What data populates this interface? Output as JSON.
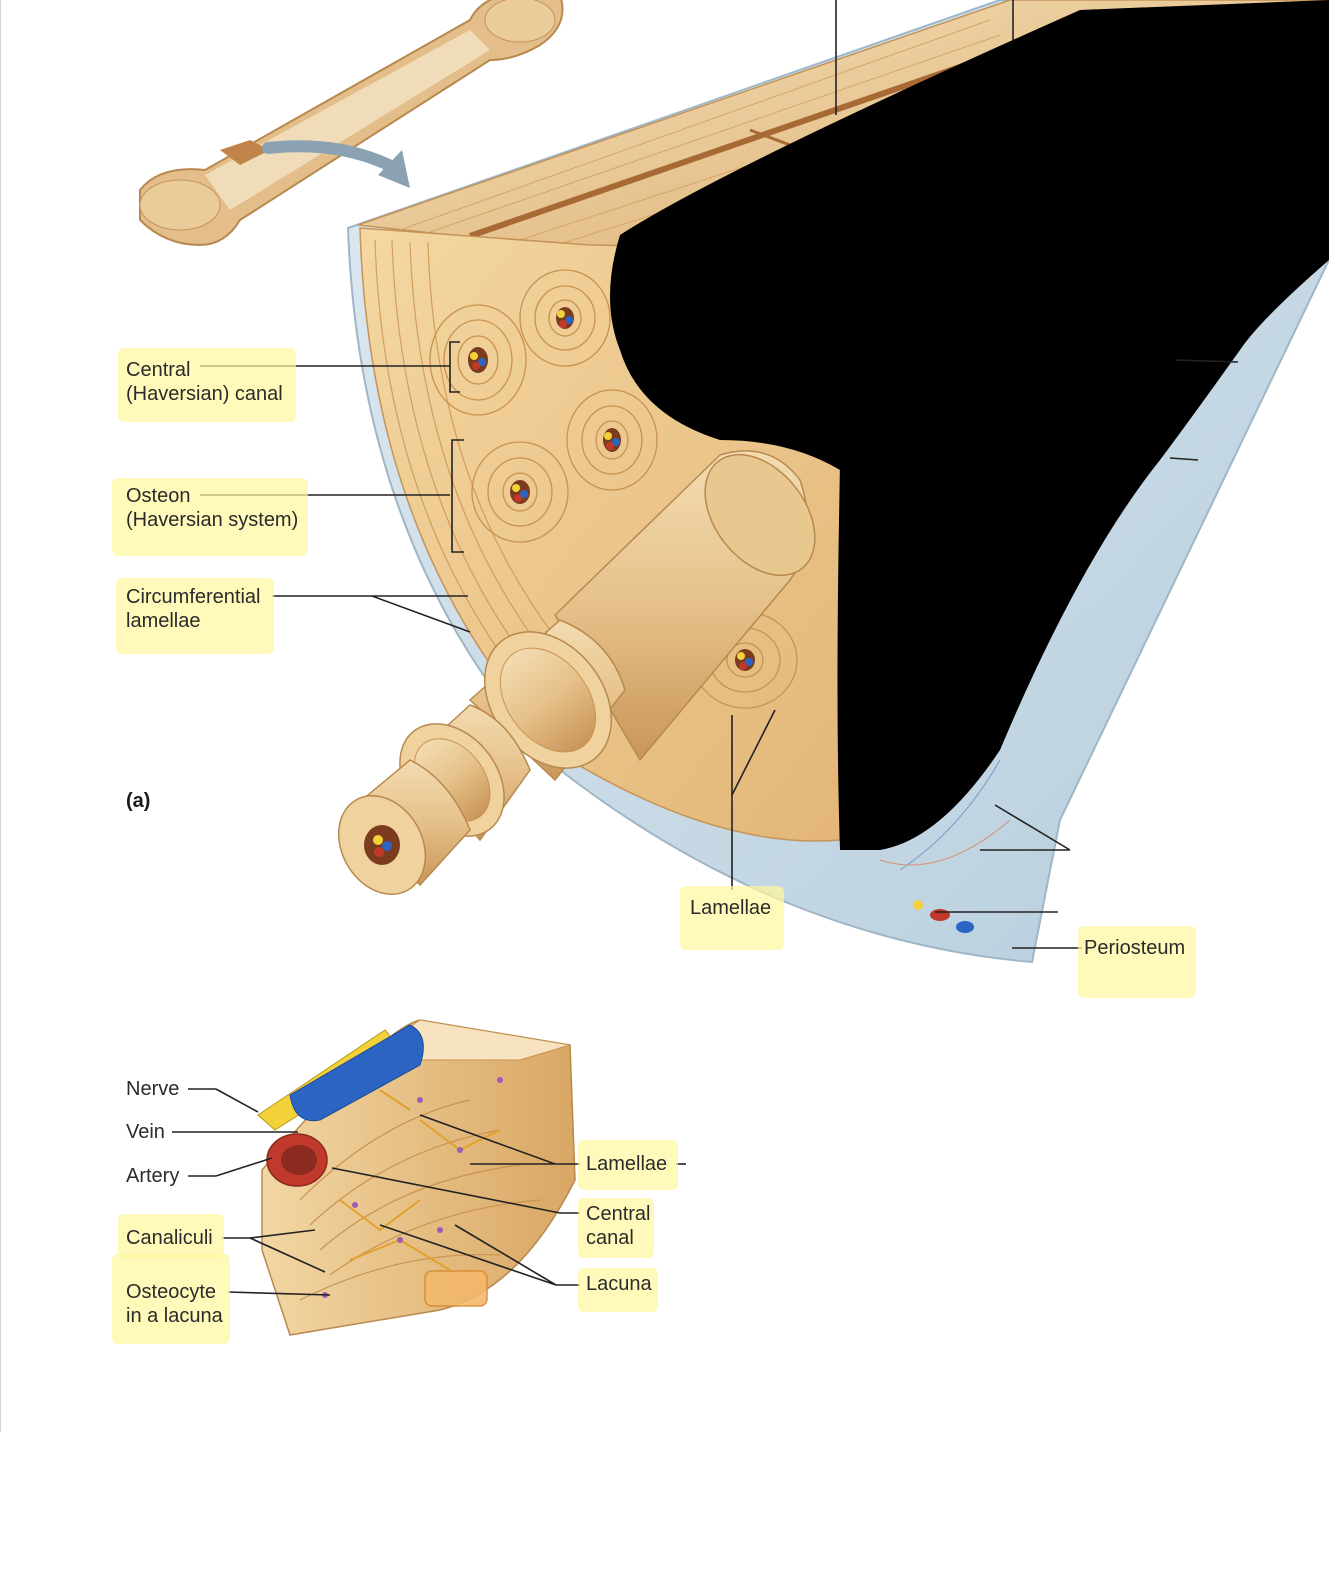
{
  "labels": {
    "central_canal_1": "Central",
    "central_canal_2": "(Haversian) canal",
    "osteon_1": "Osteon",
    "osteon_2": "(Haversian system)",
    "circ_1": "Circumferential",
    "circ_2": "lamellae",
    "panel_a": "(a)",
    "lamellae_main": "Lamellae",
    "periosteum": "Periosteum",
    "nerve": "Nerve",
    "vein": "Vein",
    "artery": "Artery",
    "canaliculi": "Canaliculi",
    "osteocyte_1": "Osteocyte",
    "osteocyte_2": "in a lacuna",
    "lamellae_detail": "Lamellae",
    "central_detail_1": "Central",
    "central_detail_2": "canal",
    "lacuna": "Lacuna"
  },
  "colors": {
    "bone_light": "#f3d9a8",
    "bone_mid": "#e2b77a",
    "bone_dark": "#c98f4c",
    "periosteum": "#c9dbe8",
    "highlight": "#fff3a0",
    "nerve": "#f1d23a",
    "vein": "#2c64c4",
    "artery": "#c0392b",
    "redaction": "#000000"
  }
}
